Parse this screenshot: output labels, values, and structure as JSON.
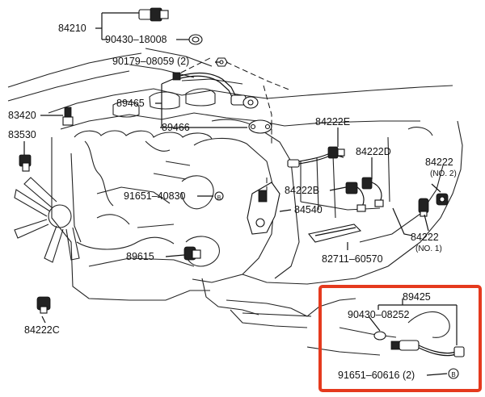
{
  "labels": {
    "p84210": "84210",
    "p90430_18008": "90430–18008",
    "p90179_08059": "90179–08059 (2)",
    "p83420": "83420",
    "p89465": "89465",
    "p83530": "83530",
    "p89466": "89466",
    "p84222E": "84222E",
    "p84222D": "84222D",
    "p84222_no2": "84222",
    "p84222_no2_sub": "(NO. 2)",
    "p91651_40830": "91651–40830",
    "p84222B": "84222B",
    "p84540": "84540",
    "p84222_no1": "84222",
    "p84222_no1_sub": "(NO. 1)",
    "p89615": "89615",
    "p82711": "82711–60570",
    "p84222C": "84222C",
    "p89425": "89425",
    "p90430_08252": "90430–08252",
    "p91651_60616": "91651–60616 (2)"
  },
  "colors": {
    "highlight_box": "#e53a1e",
    "line": "#111111",
    "background": "#ffffff"
  },
  "highlight": {
    "label": "89425"
  }
}
